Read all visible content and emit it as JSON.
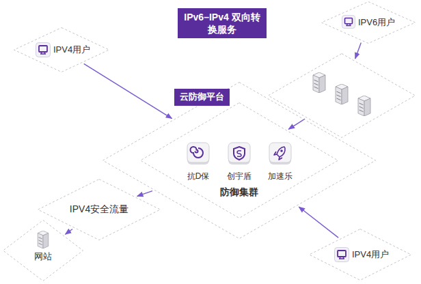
{
  "diagram": {
    "nodes": [
      {
        "text": [
          "IPV4用户"
        ]
      },
      {
        "text": [
          "IPv6–IPv4 双向转换服务"
        ]
      },
      {
        "text": [
          "IPV6用户"
        ]
      },
      {
        "text": [
          "云防御平台"
        ]
      },
      {
        "text": [
          "防御集群"
        ],
        "in": 3
      },
      {
        "text": [
          "抗D保"
        ],
        "in": 4
      },
      {
        "text": [
          "创宇盾"
        ],
        "in": 4
      },
      {
        "text": [
          "加速乐"
        ],
        "in": 4
      },
      {
        "text": [
          "IPV4安全流量"
        ]
      },
      {
        "text": [
          "网站"
        ]
      },
      {
        "text": [
          "IPV4用户"
        ]
      }
    ],
    "edges": [
      {
        "from": 0,
        "to": 3,
        "arrow": "to"
      },
      {
        "from": 2,
        "to": 1,
        "arrow": "to"
      },
      {
        "from": 1,
        "to": 4,
        "arrow": "to"
      },
      {
        "from": 3,
        "to": 8,
        "arrow": "to"
      },
      {
        "from": 8,
        "to": 9,
        "arrow": "to"
      },
      {
        "from": 10,
        "to": 3,
        "arrow": "to"
      }
    ]
  }
}
